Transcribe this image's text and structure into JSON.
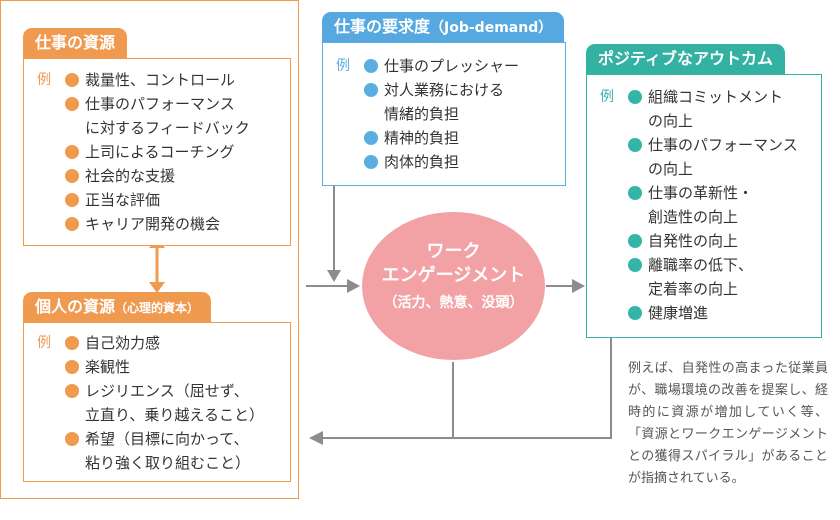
{
  "job_resources": {
    "title": "仕事の資源",
    "example_label": "例",
    "items": [
      "裁量性、コントロール",
      "仕事のパフォーマンス\nに対するフィードバック",
      "上司によるコーチング",
      "社会的な支援",
      "正当な評価",
      "キャリア開発の機会"
    ]
  },
  "personal_resources": {
    "title": "個人の資源",
    "subtitle": "（心理的資本）",
    "example_label": "例",
    "items": [
      "自己効力感",
      "楽観性",
      "レジリエンス（屈せず、\n立直り、乗り越えること）",
      "希望（目標に向かって、\n粘り強く取り組むこと）"
    ]
  },
  "job_demands": {
    "title": "仕事の要求度",
    "subtitle": "（Job-demand）",
    "example_label": "例",
    "items": [
      "仕事のプレッシャー",
      "対人業務における\n情緒的負担",
      "精神的負担",
      "肉体的負担"
    ]
  },
  "positive_outcomes": {
    "title": "ポジティブなアウトカム",
    "example_label": "例",
    "items": [
      "組織コミットメント\nの向上",
      "仕事のパフォーマンス\nの向上",
      "仕事の革新性・\n創造性の向上",
      "自発性の向上",
      "離職率の低下、\n定着率の向上",
      "健康増進"
    ]
  },
  "engagement": {
    "line1": "ワーク",
    "line2": "エンゲージメント",
    "line3": "（活力、熱意、没頭）"
  },
  "note": "例えば、自発性の高まった従業員が、職場環境の改善を提案し、経時的に資源が増加していく等、「資源とワークエンゲージメントとの獲得スパイラル」があることが指摘されている。",
  "colors": {
    "orange": "#f09a50",
    "blue": "#5aaee2",
    "teal": "#35b5a8",
    "pink": "#f2a2a5",
    "line": "#8c8c8c"
  }
}
